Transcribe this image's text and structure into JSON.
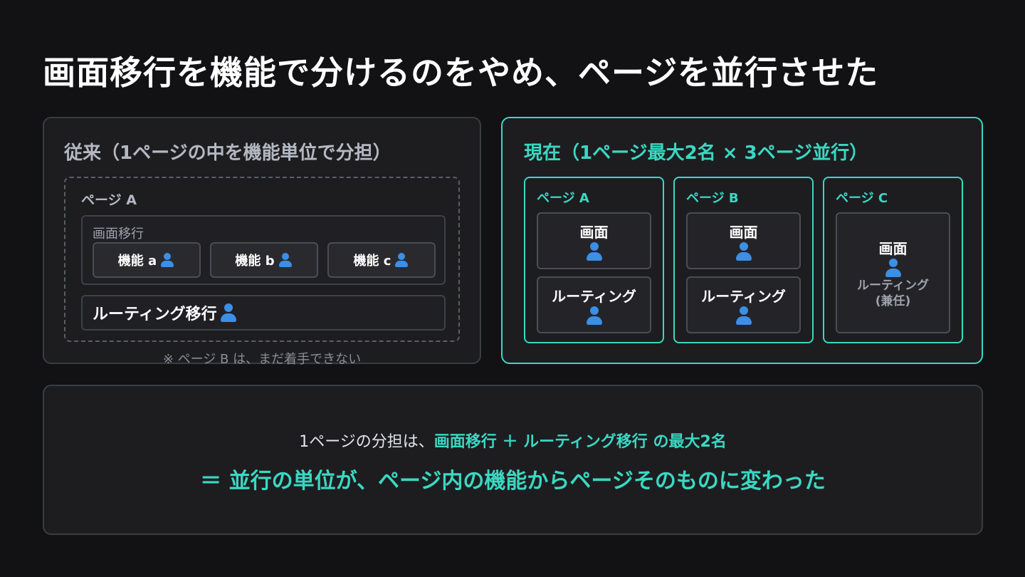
{
  "title": "画面移行を機能で分けるのをやめ、ページを並行させた",
  "old": {
    "heading": "従来（1ページの中を機能単位で分担）",
    "page_label": "ページ A",
    "screen_label": "画面移行",
    "features": [
      "機能 a",
      "機能 b",
      "機能 c"
    ],
    "routing_label": "ルーティング移行",
    "note": "※ ページ B は、まだ着手できない"
  },
  "new": {
    "heading": "現在（1ページ最大2名 × 3ページ並行）",
    "pages": [
      {
        "label": "ページ A",
        "screen": "画面",
        "routing": "ルーティング"
      },
      {
        "label": "ページ B",
        "screen": "画面",
        "routing": "ルーティング"
      },
      {
        "label": "ページ C",
        "screen": "画面",
        "routing": "ルーティング",
        "routing_note": "(兼任)"
      }
    ]
  },
  "summary": {
    "line1_prefix": "1ページの分担は、",
    "line1_accent": "画面移行 ＋ ルーティング移行 の最大2名",
    "line2": "＝ 並行の単位が、ページ内の機能からページそのものに変わった"
  },
  "icons": {
    "person": "person-icon"
  },
  "colors": {
    "accent": "#3ad8c2",
    "person": "#3b8fe6",
    "background": "#121214"
  }
}
